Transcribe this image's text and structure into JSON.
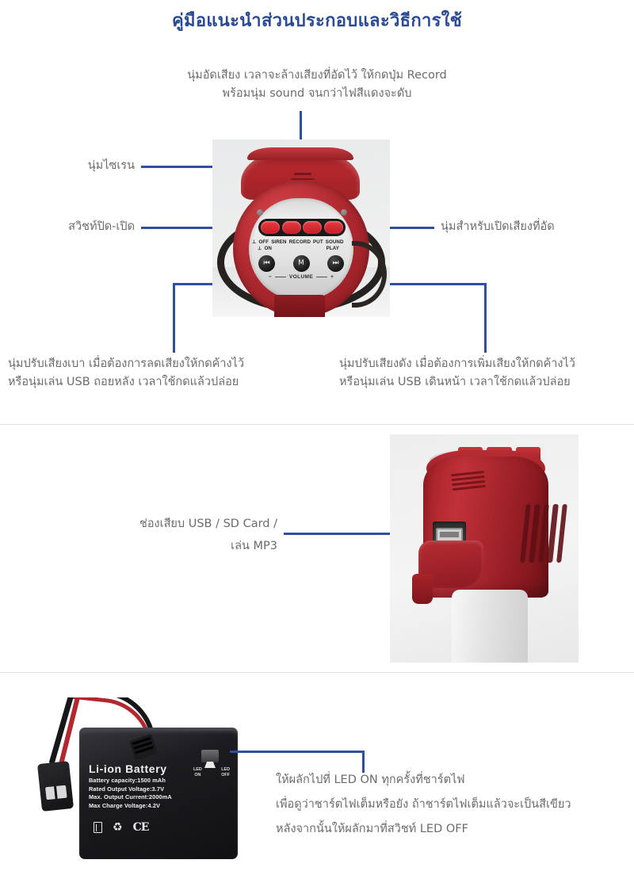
{
  "document": {
    "title": "คู่มือแนะนำส่วนประกอบและวิธีการใช้",
    "language": "th"
  },
  "colors": {
    "title_blue": "#2a4a96",
    "leader_line_blue": "#2f50a0",
    "body_text_gray": "#6b6b6b",
    "divider_gray": "#e2e2e2",
    "product_red": "#b02a30"
  },
  "sections": [
    {
      "id": "control-panel",
      "annotations": {
        "record_button": "นุ่มอัดเสียง เวลาจะล้างเสียงที่อัดไว้ ให้กดปุ่ม Record\nพร้อมนุ่ม sound จนกว่าไฟสีแดงจะดับ",
        "siren_button": "นุ่มไซเรน",
        "power_switch": "สวิชท์ปิด-เปิด",
        "play_recorded_button": "นุ่มสำหรับเปิดเสียงที่อัด",
        "volume_down": "นุ่มปรับเสียงเบา เมื่อต้องการลดเสียงให้กดค้างไว้\nหรือนุ่มเล่น USB ถอยหลัง เวลาใช้กดแล้วปล่อย",
        "volume_up": "นุ่มปรับเสียงดัง เมื่อต้องการเพิ่มเสียงให้กดค้างไว้\nหรือนุ่มเล่น USB เดินหน้า เวลาใช้กดแล้วปล่อย"
      },
      "photo": {
        "name": "megaphone-control-panel-photo",
        "panel_legend_row1": [
          "OFF",
          "SIREN",
          "RECORD",
          "PUT",
          "SOUND"
        ],
        "panel_legend_row2": [
          "ON",
          "PLAY"
        ],
        "red_buttons": [
          "siren",
          "record",
          "put-sound",
          "play"
        ],
        "media_buttons": [
          "⏮",
          "M",
          "⏭"
        ],
        "volume_label": "VOLUME",
        "volume_minus": "−",
        "volume_plus": "+"
      }
    },
    {
      "id": "usb-port",
      "annotations": {
        "usb_slot_line1": "ช่องเสียบ USB / SD Card /",
        "usb_slot_line2": "เล่น MP3"
      },
      "photo": {
        "name": "megaphone-usb-port-photo"
      }
    },
    {
      "id": "battery",
      "annotations": {
        "charging_line1": "ให้ผลักไปที่ LED ON ทุกครั้งที่ชาร์ตไฟ",
        "charging_line2": "เพื่อดูว่าชาร์ตไฟเต็มหรือยัง ถ้าชาร์ตไฟเต็มแล้วจะเป็นสีเขียว",
        "charging_line3": "หลังจากนั้นให้ผลักมาที่สวิชท์ LED OFF"
      },
      "photo": {
        "name": "li-ion-battery-photo",
        "brand": "Li-ion Battery",
        "specs": [
          "Battery capacity:1500 mAh",
          "Rated Output Voltage:3.7V",
          "Max. Output Current:2000mA",
          "Max Charge Voltage:4.2V"
        ],
        "symbols": [
          "weee-crossed-bin-icon",
          "recycle-icon",
          "ce-mark-icon"
        ],
        "recycle_glyph": "♻",
        "ce_glyph": "CE",
        "led_switch": {
          "on_line1": "LED",
          "on_line2": "ON",
          "off_line1": "LED",
          "off_line2": "OFF"
        }
      }
    }
  ]
}
